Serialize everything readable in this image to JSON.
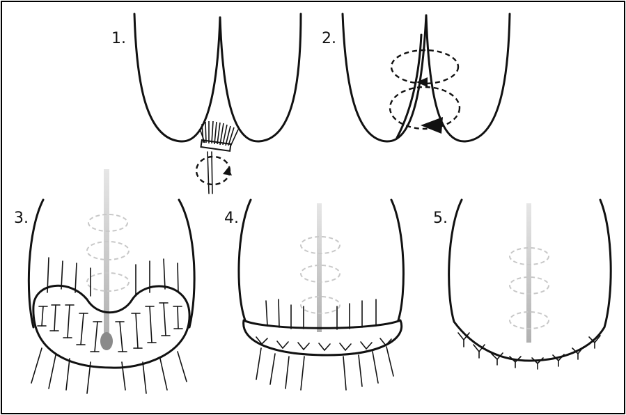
{
  "steps": [
    {
      "id": "step-1",
      "label": "1."
    },
    {
      "id": "step-2",
      "label": "2."
    },
    {
      "id": "step-3",
      "label": "3."
    },
    {
      "id": "step-4",
      "label": "4."
    },
    {
      "id": "step-5",
      "label": "5."
    }
  ],
  "colors": {
    "ink": "#111111",
    "light_dash": "#c8c8c8",
    "fistula_tract": "#bdbdbd",
    "background": "#ffffff"
  }
}
